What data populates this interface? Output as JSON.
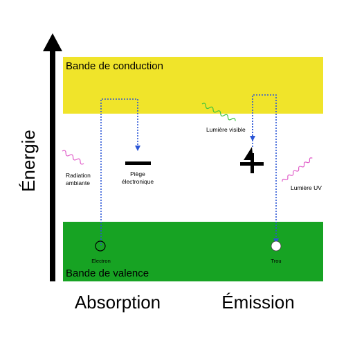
{
  "axis": {
    "label": "Énergie"
  },
  "bands": {
    "conduction": {
      "label": "Bande de conduction",
      "color": "#f0e42a"
    },
    "valence": {
      "label": "Bande de valence",
      "color": "#17a323"
    }
  },
  "sections": {
    "left": "Absorption",
    "right": "Émission"
  },
  "labels": {
    "radiation_line1": "Radiation",
    "radiation_line2": "ambiante",
    "trap_line1": "Piège",
    "trap_line2": "électronique",
    "electron": "Electron",
    "visible_light": "Lumière visible",
    "uv_light": "Lumière UV",
    "hole": "Trou"
  },
  "colors": {
    "path": "#2a55d6",
    "radiation_wave": "#e05ac8",
    "visible_wave": "#3cc43c",
    "uv_wave": "#e05ac8"
  },
  "icons": {
    "electron": "open-circle-icon",
    "hole": "filled-circle-icon",
    "trap": "trap-level-icon",
    "emission_center": "cross-level-icon"
  }
}
